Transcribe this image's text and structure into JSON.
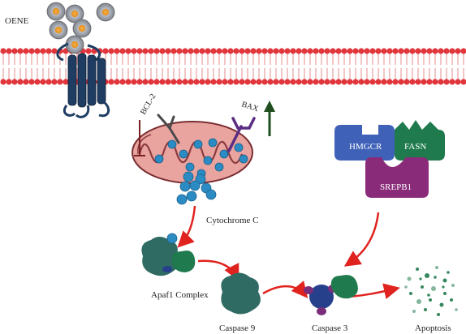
{
  "labels": {
    "oene": "OENE",
    "bcl2": "BCL-2",
    "bax": "BAX",
    "cytochrome_c": "Cytochrome C",
    "hmgcr": "HMGCR",
    "fasn": "FASN",
    "srepb1": "SREPB1",
    "apaf1": "Apaf1 Complex",
    "caspase9": "Caspase 9",
    "caspase3": "Caspase 3",
    "apoptosis": "Apoptosis"
  },
  "colors": {
    "membrane_head": "#e0363c",
    "membrane_tail": "#e8a0a0",
    "receptor": "#1f3d63",
    "mitochondria": "#e9a4a0",
    "mito_inner": "#8c3b3f",
    "cytochrome": "#2b8cc4",
    "bcl2": "#4a4a4a",
    "bax": "#5a2d82",
    "up_arrow": "#1f4e1f",
    "hmgcr": "#3f62b8",
    "fasn": "#1f7a4d",
    "srepb1": "#8a2b7a",
    "flow_arrow": "#e0231f",
    "apaf1": "#2f6b63",
    "caspase3": "#27408b",
    "apoptosis_dots": "#1f7a4d"
  },
  "indicators": {
    "bax_trend": "up-arrow",
    "bcl2_trend": "inhibit-bar"
  }
}
